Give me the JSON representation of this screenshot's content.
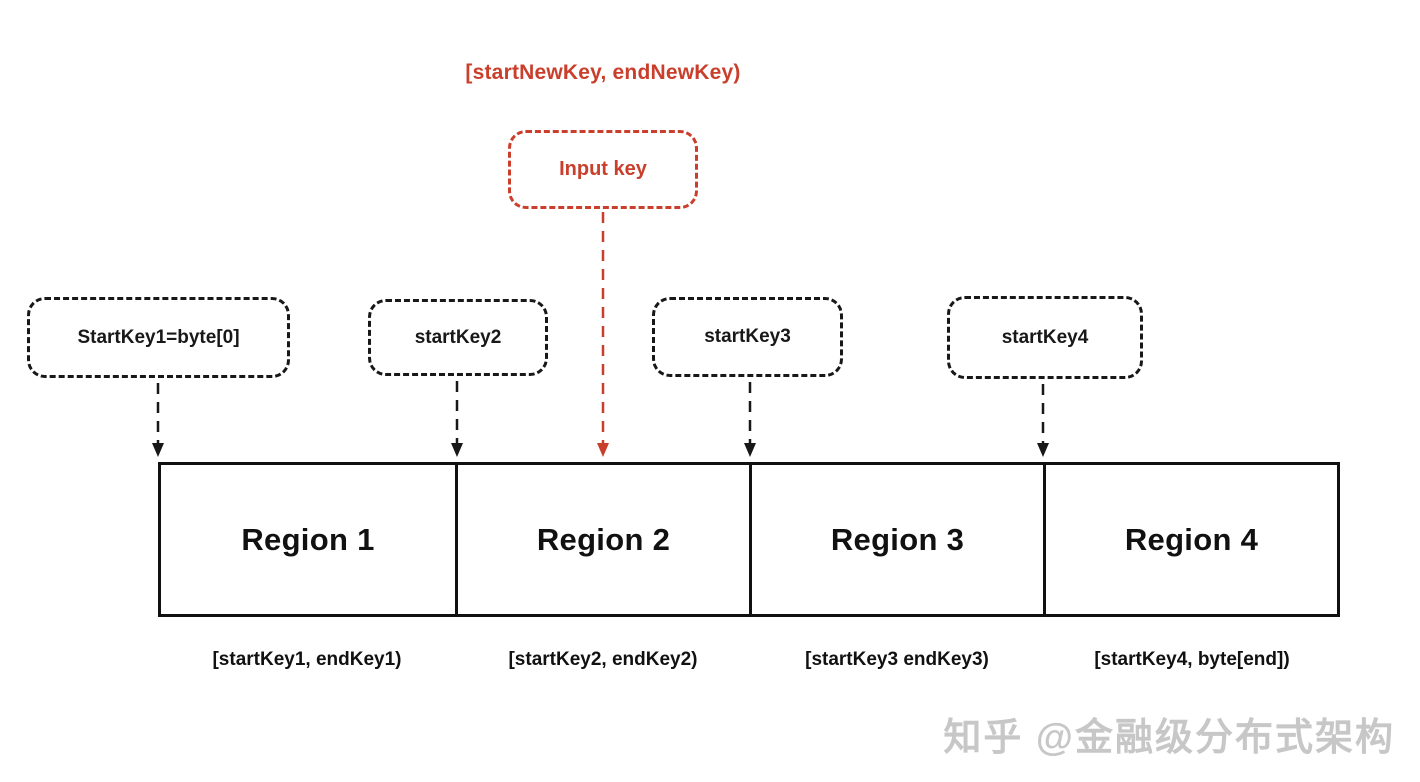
{
  "diagram": {
    "title_label": "[startNewKey, endNewKey)",
    "input_key": {
      "label": "Input key"
    },
    "start_keys": [
      {
        "label": "StartKey1=byte[0]"
      },
      {
        "label": "startKey2"
      },
      {
        "label": "startKey3"
      },
      {
        "label": "startKey4"
      }
    ],
    "regions": [
      {
        "name": "Region 1",
        "range": "[startKey1, endKey1)"
      },
      {
        "name": "Region 2",
        "range": "[startKey2, endKey2)"
      },
      {
        "name": "Region 3",
        "range": "[startKey3 endKey3)"
      },
      {
        "name": "Region 4",
        "range": "[startKey4, byte[end])"
      }
    ],
    "colors": {
      "accent_red": "#c93f2c",
      "line_black": "#111111",
      "watermark_gray": "#c7c7c7"
    },
    "watermark": "知乎 @金融级分布式架构"
  }
}
